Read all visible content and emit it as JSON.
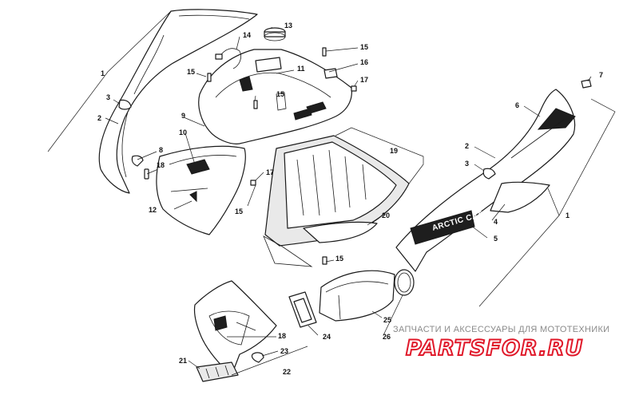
{
  "diagram": {
    "callouts": {
      "c1a": "1",
      "c2a": "2",
      "c3a": "3",
      "c8": "8",
      "c18a": "18",
      "c12": "12",
      "c9": "9",
      "c10": "10",
      "c15a": "15",
      "c14": "14",
      "c13": "13",
      "c11": "11",
      "c15b": "15",
      "c15c": "15",
      "c16": "16",
      "c17a": "17",
      "c17b": "17",
      "c15d": "15",
      "c19": "19",
      "c20": "20",
      "c15e": "15",
      "c7": "7",
      "c6": "6",
      "c2b": "2",
      "c3b": "3",
      "c4": "4",
      "c1b": "1",
      "c5": "5",
      "c24": "24",
      "c25": "25",
      "c26": "26",
      "c18b": "18",
      "c23": "23",
      "c21": "21",
      "c22": "22"
    },
    "decal_text": "ARCTIC CAT"
  },
  "watermark": {
    "caption": "ЗАПЧАСТИ И АКСЕССУАРЫ ДЛЯ МОТОТЕХНИКИ",
    "logo": "PARTSFOR.RU",
    "color": "#e0192a"
  }
}
